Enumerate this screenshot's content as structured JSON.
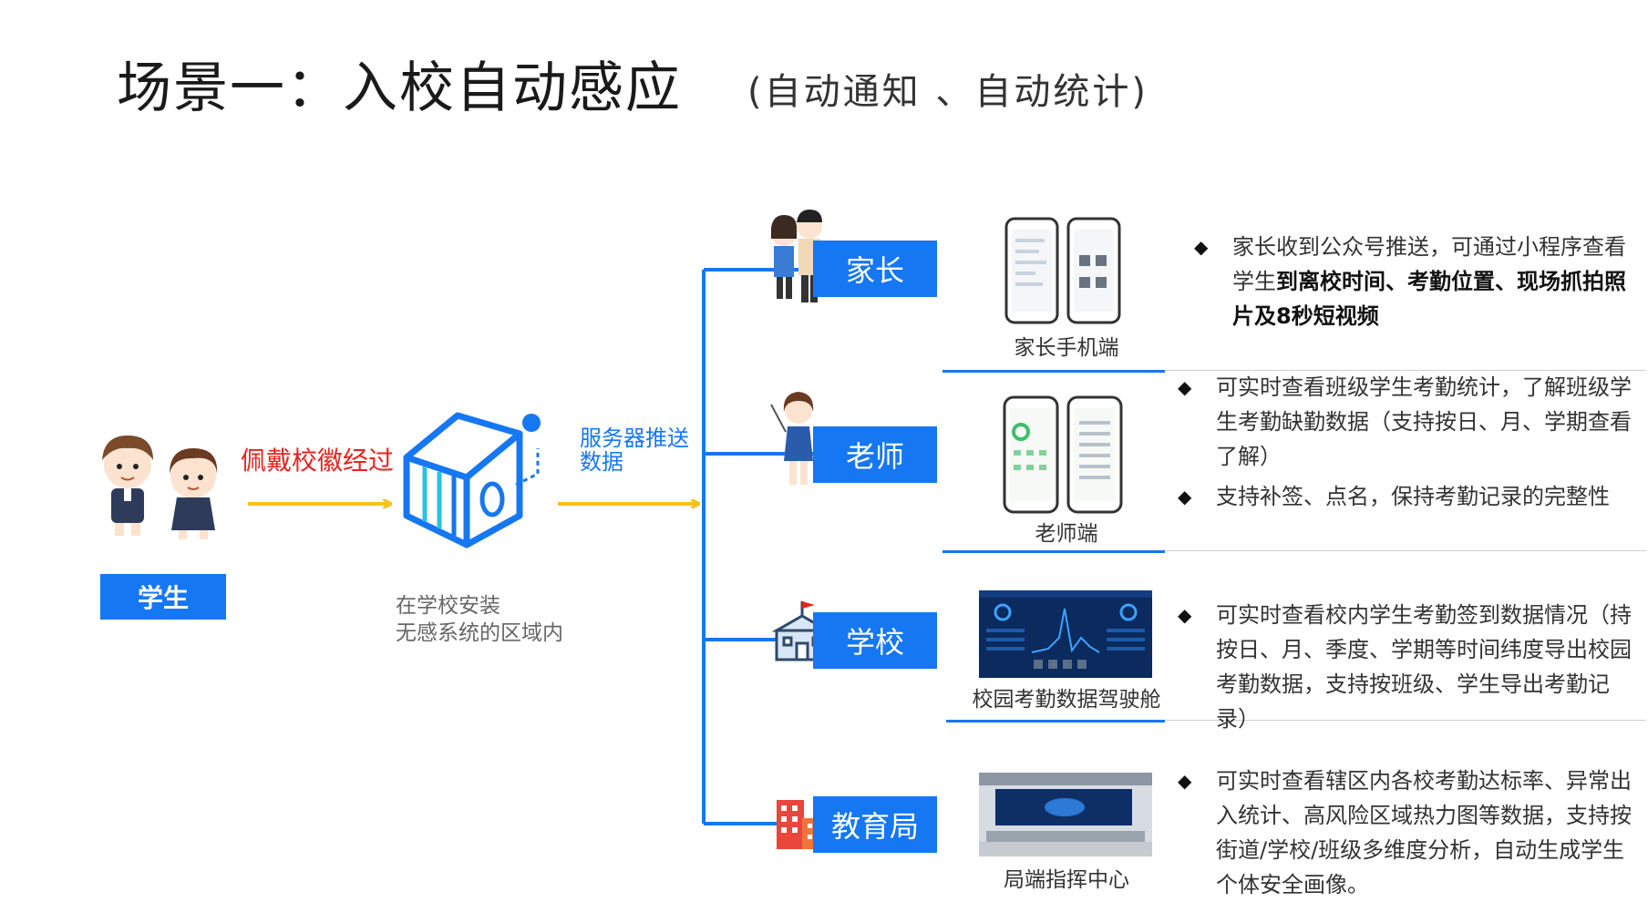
{
  "title": "场景一：入校自动感应",
  "subtitle": "(自动通知 、自动统计)",
  "student": {
    "label": "学生"
  },
  "flow": {
    "wear_label": "佩戴校徽经过",
    "server_label_1": "服务器推送",
    "server_label_2": "数据",
    "install_line1": "在学校安装",
    "install_line2": "无感系统的区域内"
  },
  "branches": [
    {
      "label": "家长",
      "caption": "家长手机端",
      "desc": [
        {
          "parts": [
            {
              "t": "家长收到公众号推送，可通过小程序查看学生",
              "b": false
            },
            {
              "t": "到离校时间、考勤位置、现场抓拍照片及8秒短视频",
              "b": true
            }
          ]
        }
      ]
    },
    {
      "label": "老师",
      "caption": "老师端",
      "desc": [
        {
          "parts": [
            {
              "t": "可实时查看班级学生考勤统计，了解班级学生考勤缺勤数据（支持按日、月、学期查看了解）",
              "b": false
            }
          ]
        },
        {
          "parts": [
            {
              "t": "支持补签、点名，保持考勤记录的完整性",
              "b": false
            }
          ]
        }
      ]
    },
    {
      "label": "学校",
      "caption": "校园考勤数据驾驶舱",
      "desc": [
        {
          "parts": [
            {
              "t": "可实时查看校内学生考勤签到数据情况（持按日、月、季度、学期等时间纬度导出校园考勤数据，支持按班级、学生导出考勤记录）",
              "b": false
            }
          ]
        }
      ]
    },
    {
      "label": "教育局",
      "caption": "局端指挥中心",
      "desc": [
        {
          "parts": [
            {
              "t": "可实时查看辖区内各校考勤达标率、异常出入统计、高风险区域热力图等数据，支持按街道/学校/班级多维度分析，自动生成学生个体安全画像。",
              "b": false
            }
          ]
        }
      ]
    }
  ],
  "colors": {
    "accent": "#1677f2",
    "arrow": "#f5c21b",
    "red_text": "#e8231f",
    "blue_text": "#1677f2"
  }
}
